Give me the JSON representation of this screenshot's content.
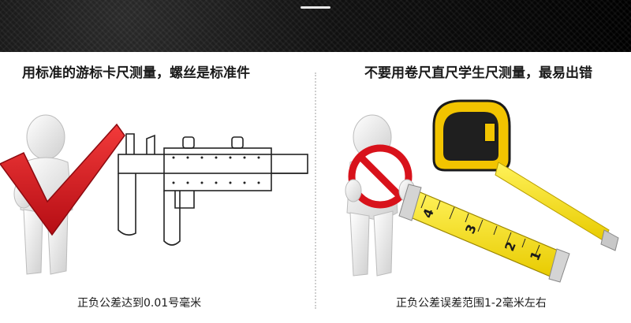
{
  "left": {
    "heading": "用标准的游标卡尺测量，螺丝是标准件",
    "caption": "正负公差达到0.01号毫米"
  },
  "right": {
    "heading": "不要用卷尺直尺学生尺测量，最易出错",
    "caption": "正负公差误差范围1-2毫米左右",
    "ruler_numbers": [
      "4",
      "3",
      "2",
      "1"
    ]
  },
  "colors": {
    "check": "#d8121b",
    "prohibit": "#d8121b",
    "tape": "#f6dd12",
    "tape_case": "#f2c400",
    "figure": "#e9e9e9"
  }
}
